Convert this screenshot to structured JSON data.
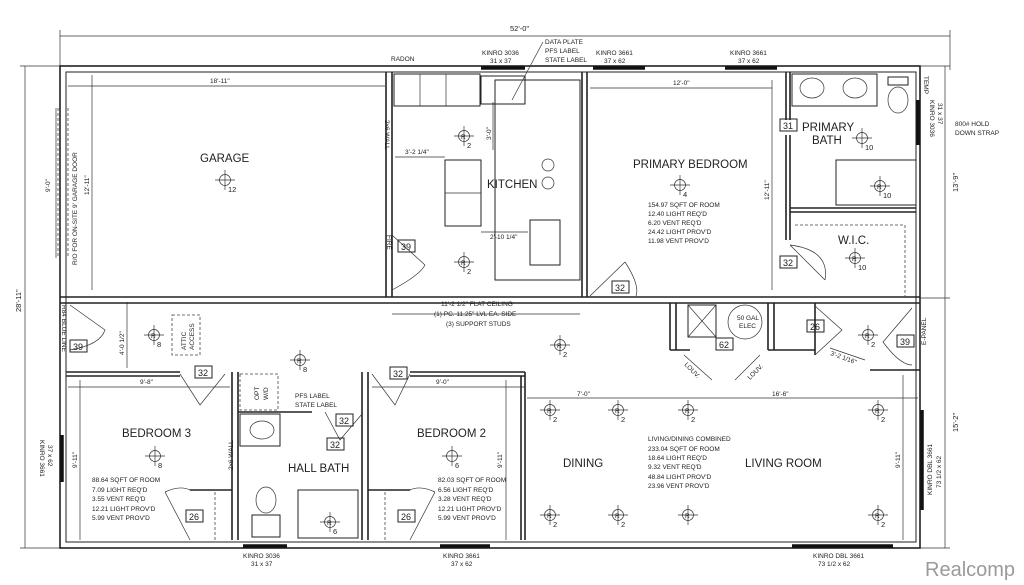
{
  "overall": {
    "width": "52'-0\"",
    "depth": "28'-11\"",
    "right_upper": "13'-9\"",
    "right_lower": "15'-2\""
  },
  "notes": {
    "radon": "RADON",
    "data_plate": [
      "DATA PLATE",
      "PFS LABEL",
      "STATE LABEL"
    ],
    "flat_ceiling": [
      "11'-2 1/2\" FLAT CEILING",
      "(1) PC. 11.25\" LVL EA. SIDE",
      "(3) SUPPORT STUDS"
    ],
    "hold_down": [
      "800# HOLD",
      "DOWN STRAP"
    ],
    "temp": "TEMP",
    "pfs_hall": [
      "PFS LABEL",
      "STATE LABEL"
    ],
    "garage_door": "R/O FOR ON-SITE 9' GARAGE DOOR",
    "attic": [
      "ATTIC",
      "ACCESS"
    ],
    "opt_wd": [
      "OPT",
      "W/D"
    ],
    "wall_2x6": "2x6 WALL",
    "fire": "FIRE",
    "blue_line": "R84 BLUE LINE",
    "e_panel": "E-PANEL",
    "water_heater": [
      "50 GAL",
      "ELEC"
    ],
    "louv": "LOUV."
  },
  "windows": {
    "top_kitchen": [
      "KINRO 3036",
      "31 x 37"
    ],
    "top_bedroom": [
      "KINRO 3661",
      "37 x 62"
    ],
    "top_bedroom2": [
      "KINRO 3661",
      "37 x 62"
    ],
    "bath_side": [
      "KINRO 3036",
      "31 x 37"
    ],
    "bed3_side": [
      "KINRO 3661",
      "37 x 62"
    ],
    "living_side": [
      "KINRO DBL 3661",
      "73 1/2 x 62"
    ],
    "bottom_hall": [
      "KINRO 3036",
      "31 x 37"
    ],
    "bottom_bed2": [
      "KINRO 3661",
      "37 x 62"
    ],
    "bottom_living": [
      "KINRO DBL 3661",
      "73 1/2 x 62"
    ]
  },
  "rooms": {
    "garage": {
      "name": "GARAGE",
      "width": "18'-11\"",
      "depth": "12'-11\"",
      "door": "9'-0\""
    },
    "kitchen": {
      "name": "KITCHEN",
      "dims": [
        "3'-2 1/4\"",
        "3'-0\"",
        "2'-10 1/4\""
      ]
    },
    "primary_bedroom": {
      "name": "PRIMARY BEDROOM",
      "width": "12'-0\"",
      "depth": "12'-11\"",
      "stats": [
        "154.97 SQFT OF ROOM",
        "12.40 LIGHT REQ'D",
        "6.20 VENT REQ'D",
        "24.42 LIGHT PROV'D",
        "11.98 VENT PROV'D"
      ]
    },
    "primary_bath": {
      "name": [
        "PRIMARY",
        "BATH"
      ]
    },
    "wic": {
      "name": "W.I.C."
    },
    "bedroom3": {
      "name": "BEDROOM 3",
      "width": "9'-8\"",
      "depth": "9'-11\"",
      "hall": "4'-0 1/2\"",
      "stats": [
        "88.64 SQFT OF ROOM",
        "7.09 LIGHT REQ'D",
        "3.55 VENT REQ'D",
        "12.21 LIGHT PROV'D",
        "5.99 VENT PROV'D"
      ]
    },
    "hall_bath": {
      "name": "HALL BATH"
    },
    "bedroom2": {
      "name": "BEDROOM 2",
      "width": "9'-0\"",
      "depth": "9'-11\"",
      "stats": [
        "82.03 SQFT OF ROOM",
        "6.56 LIGHT REQ'D",
        "3.28 VENT REQ'D",
        "12.21 LIGHT PROV'D",
        "5.99 VENT PROV'D"
      ]
    },
    "dining": {
      "name": "DINING",
      "width": "7'-0\""
    },
    "living": {
      "name": "LIVING ROOM",
      "width": "16'-6\"",
      "depth": "9'-11\"",
      "closet": "3'-2 1/16\"",
      "stats": [
        "LIVING/DINING COMBINED",
        "233.04 SQFT OF ROOM",
        "18.64 LIGHT REQ'D",
        "9.32 VENT REQ'D",
        "48.84 LIGHT PROV'D",
        "23.96 VENT PROV'D"
      ]
    }
  },
  "door_tags": [
    "39",
    "32",
    "31",
    "32",
    "32",
    "39",
    "32",
    "32",
    "32",
    "26",
    "26",
    "26",
    "39",
    "62"
  ],
  "fixtures": [
    {
      "type": "surface",
      "label": "12"
    },
    {
      "type": "recessed",
      "label": "2"
    },
    {
      "type": "recessed",
      "label": "2"
    },
    {
      "type": "surface",
      "label": "4"
    },
    {
      "type": "fan",
      "label": "10"
    },
    {
      "type": "recessed",
      "label": "10"
    },
    {
      "type": "recessed",
      "label": "10"
    },
    {
      "type": "recessed",
      "label": "8"
    },
    {
      "type": "recessed",
      "label": "8"
    },
    {
      "type": "surface",
      "label": "8"
    },
    {
      "type": "surface",
      "label": "6"
    },
    {
      "type": "recessed",
      "label": "6"
    },
    {
      "type": "recessed",
      "label": "2"
    },
    {
      "type": "recessed",
      "label": "2"
    },
    {
      "type": "recessed",
      "label": "2"
    },
    {
      "type": "recessed",
      "label": "2"
    },
    {
      "type": "recessed",
      "label": "2"
    },
    {
      "type": "recessed",
      "label": "2"
    },
    {
      "type": "recessed",
      "label": "2"
    },
    {
      "type": "recessed",
      "label": ""
    },
    {
      "type": "recessed",
      "label": "2"
    },
    {
      "type": "recessed",
      "label": "2"
    }
  ],
  "watermark": "Realcomp"
}
